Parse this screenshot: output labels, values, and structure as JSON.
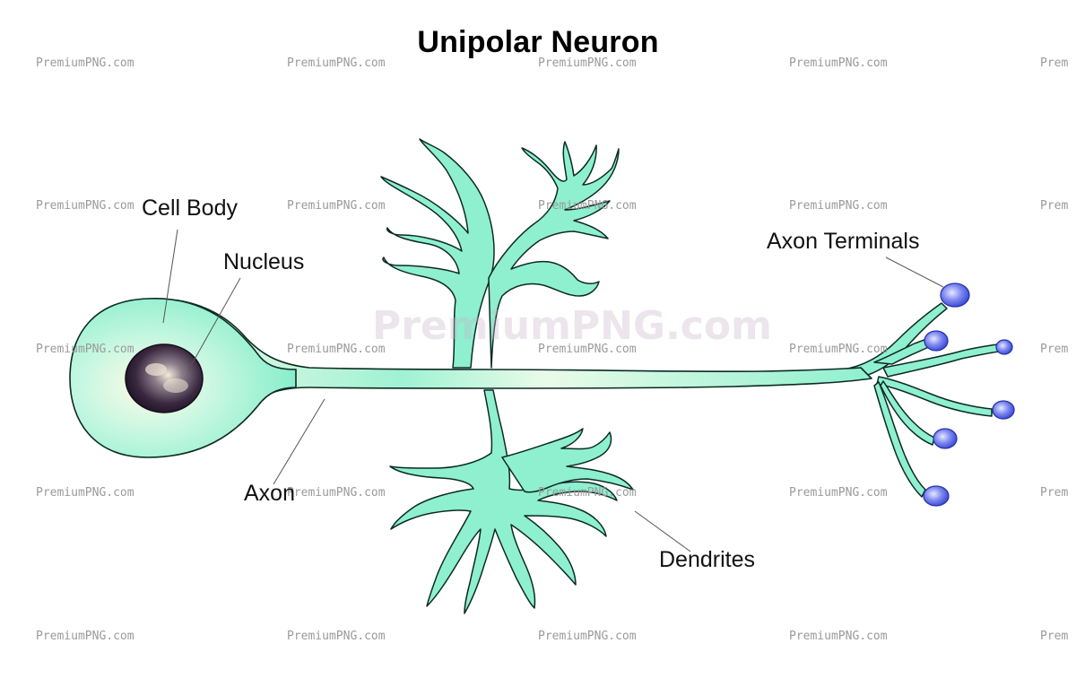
{
  "title": "Unipolar Neuron",
  "labels": {
    "cell_body": "Cell Body",
    "nucleus": "Nucleus",
    "axon": "Axon",
    "dendrites": "Dendrites",
    "axon_terminals": "Axon Terminals"
  },
  "watermark": {
    "small": "PremiumPNG.com",
    "small_cut": "Prem",
    "large": "PremiumPNG.com"
  },
  "colors": {
    "neuron_fill": "#8ef0cf",
    "neuron_highlight": "#fdfbe6",
    "outline": "#0c2a24",
    "nucleus": "#2b1b33",
    "terminal": "#5b68e6",
    "background": "#ffffff"
  }
}
